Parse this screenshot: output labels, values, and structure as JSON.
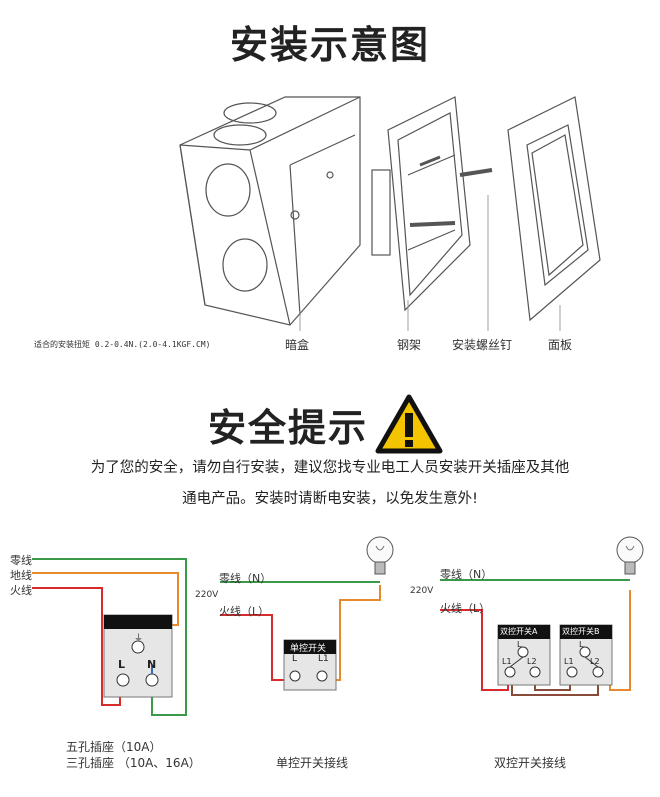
{
  "install": {
    "title": "安装示意图",
    "torque_note": "适合的安装扭矩 0.2-0.4N.(2.0-4.1KGF.CM)",
    "parts": [
      "暗盒",
      "钢架",
      "安装螺丝钉",
      "面板"
    ]
  },
  "safety": {
    "title": "安全提示",
    "line1": "为了您的安全，请勿自行安装，建议您找专业电工人员安装开关插座及其他",
    "line2": "通电产品。安装时请断电安装，以免发生意外!"
  },
  "wiring": {
    "socket": {
      "wire_labels": [
        "零线",
        "地线",
        "火线"
      ],
      "term_L": "L",
      "term_N": "N",
      "caption1": "五孔插座（10A）",
      "caption2": "三孔插座 （10A、16A）"
    },
    "single": {
      "zero_label": "零线（N）",
      "live_label": "火线（L）",
      "voltage": "220V",
      "switch_title": "单控开关",
      "t1": "L",
      "t2": "L1",
      "caption": "单控开关接线"
    },
    "double": {
      "zero_label": "零线（N）",
      "live_label": "火线（L）",
      "voltage": "220V",
      "switch_a_title": "双控开关A",
      "switch_b_title": "双控开关B",
      "a_top": "L",
      "a_l1": "L1",
      "a_l2": "L2",
      "b_top": "L",
      "b_l1": "L1",
      "b_l2": "L2",
      "caption": "双控开关接线"
    },
    "colors": {
      "zero": "#3a9a4a",
      "ground": "#e8892b",
      "live": "#d92b2b",
      "neutral_blue": "#2f6fb8"
    }
  }
}
